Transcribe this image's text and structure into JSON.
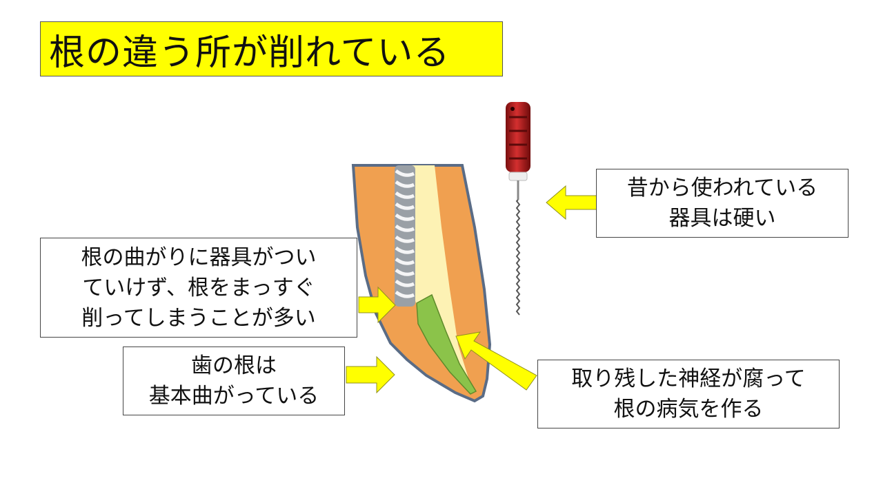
{
  "title": "根の違う所が削れている",
  "notes": {
    "instrument": [
      "昔から使われている",
      "器具は硬い"
    ],
    "bend": [
      "根の曲がりに器具がつい",
      "ていけず、根をまっすぐ",
      "削ってしまうことが多い"
    ],
    "root": [
      "歯の根は",
      "基本曲がっている"
    ],
    "nerve": [
      "取り残した神経が腐って",
      "根の病気を作る"
    ]
  },
  "colors": {
    "title_bg": "#ffff00",
    "arrow": "#ffff00",
    "dentin": "#f0a050",
    "canal": "#fdf2b4",
    "infected_nerve": "#8bc34a",
    "handle": "#c62828"
  }
}
